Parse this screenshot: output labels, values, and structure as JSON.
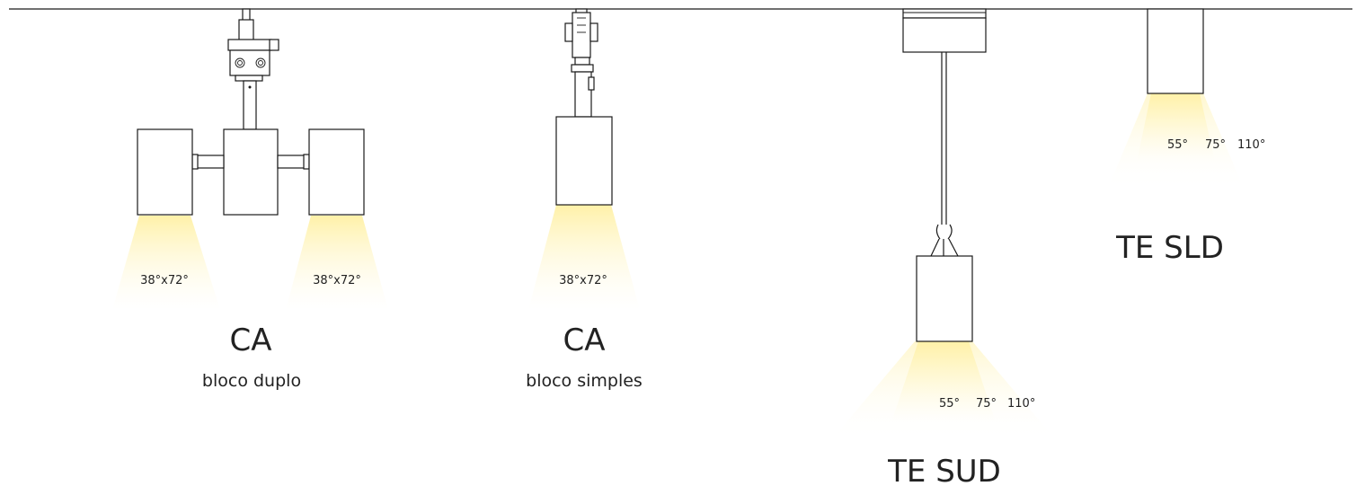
{
  "groups": [
    {
      "title": "CA",
      "subtitle": "bloco duplo",
      "beam_labels": [
        "38°x72°",
        "38°x72°"
      ]
    },
    {
      "title": "CA",
      "subtitle": "bloco simples",
      "beam_labels": [
        "38°x72°"
      ]
    },
    {
      "title": "TE SUD",
      "beam_labels": [
        "55°",
        "75°",
        "110°"
      ]
    },
    {
      "title": "TE SLD",
      "beam_labels": [
        "55°",
        "75°",
        "110°"
      ]
    }
  ],
  "colors": {
    "line": "#1a1a1a",
    "light_beam": "#fff2b0",
    "text": "#222222"
  }
}
